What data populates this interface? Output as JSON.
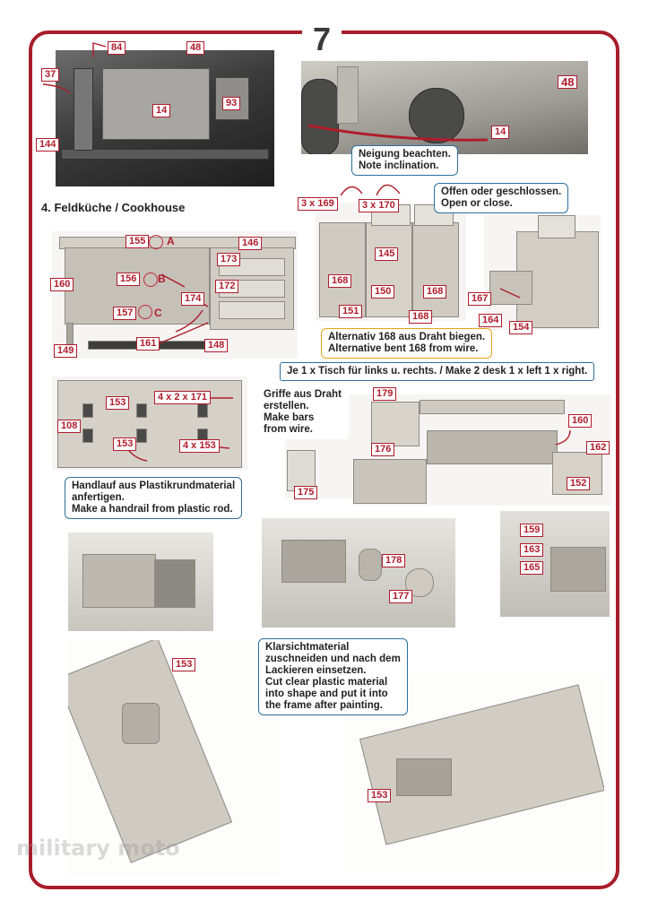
{
  "page": {
    "number": "7"
  },
  "heading": "4. Feldküche / Cookhouse",
  "notes": {
    "inclination": [
      "Neigung beachten.",
      "Note inclination."
    ],
    "open_close": [
      "Offen oder geschlossen.",
      "Open or close."
    ],
    "wire_bend": [
      "Alternativ 168 aus Draht biegen.",
      "Alternative bent 168 from wire."
    ],
    "desk": "Je 1 x Tisch für links u. rechts. / Make 2 desk 1 x left 1 x right.",
    "bars": [
      "Griffe aus Draht",
      "erstellen.",
      "Make bars",
      "from wire."
    ],
    "handrail": [
      "Handlauf aus Plastikrundmaterial",
      "anfertigen.",
      "Make a handrail from plastic rod."
    ],
    "clear": [
      "Klarsichtmaterial",
      "zuschneiden und nach dem",
      "Lackieren einsetzen.",
      "Cut clear plastic material",
      "into shape and put it into",
      "the frame after painting."
    ]
  },
  "labels": {
    "p84": "84",
    "p48a": "48",
    "p37": "37",
    "p14a": "14",
    "p93": "93",
    "p144": "144",
    "p48b": "48",
    "p14b": "14",
    "p169": "3 x 169",
    "p170": "3 x 170",
    "p145": "145",
    "p168a": "168",
    "p168b": "168",
    "p150": "150",
    "p151": "151",
    "p168c": "168",
    "p167": "167",
    "p164": "164",
    "p154": "154",
    "p155": "155",
    "p146": "146",
    "p173": "173",
    "p160a": "160",
    "p156": "156",
    "p172": "172",
    "p174": "174",
    "p157": "157",
    "p161": "161",
    "p148": "148",
    "p149": "149",
    "letter_a": "A",
    "letter_b": "B",
    "letter_c": "C",
    "p153a": "153",
    "p171": "4 x 2 x 171",
    "p108": "108",
    "p153b": "153",
    "p153c": "4 x 153",
    "p179": "179",
    "p176": "176",
    "p175": "175",
    "p160b": "160",
    "p162": "162",
    "p152": "152",
    "p178": "178",
    "p177": "177",
    "p159": "159",
    "p163": "163",
    "p165": "165",
    "p153d": "153",
    "p153e": "153"
  },
  "watermark": "military moto",
  "colors": {
    "frame": "#a81d2b",
    "label": "#b01c2a",
    "note_border": "#2c6f9c",
    "note_yellow": "#e8a317"
  }
}
